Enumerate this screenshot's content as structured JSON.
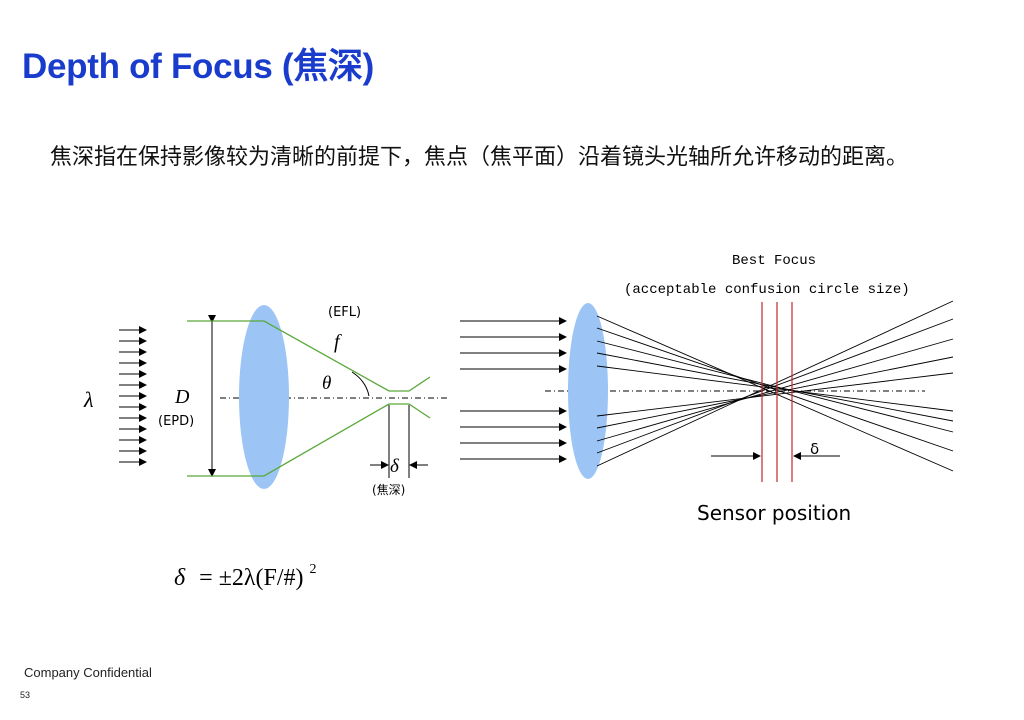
{
  "slide": {
    "title": "Depth of Focus (焦深)",
    "body": "焦深指在保持影像较为清晰的前提下，焦点（焦平面）沿着镜头光轴所允许移动的距离。",
    "footer": "Company Confidential",
    "page_number": "53"
  },
  "left_diagram": {
    "lambda_label": "λ",
    "D_label": "D",
    "epd_label": "(EPD)",
    "efl_label": "(EFL)",
    "f_label": "f",
    "theta_label": "θ",
    "delta_label": "δ",
    "dof_label": "(焦深)",
    "formula": {
      "lhs": "δ",
      "rhs": "= ±2λ(F/#)",
      "exponent": "2"
    }
  },
  "right_diagram": {
    "best_focus_label": "Best Focus",
    "confusion_label": "(acceptable confusion circle size)",
    "delta_label": "δ",
    "sensor_label": "Sensor position"
  },
  "colors": {
    "title": "#1a3ccc",
    "lens_fill": "#9cc5f5",
    "ray_green": "#5aa83a",
    "focus_red": "#c0282c"
  }
}
